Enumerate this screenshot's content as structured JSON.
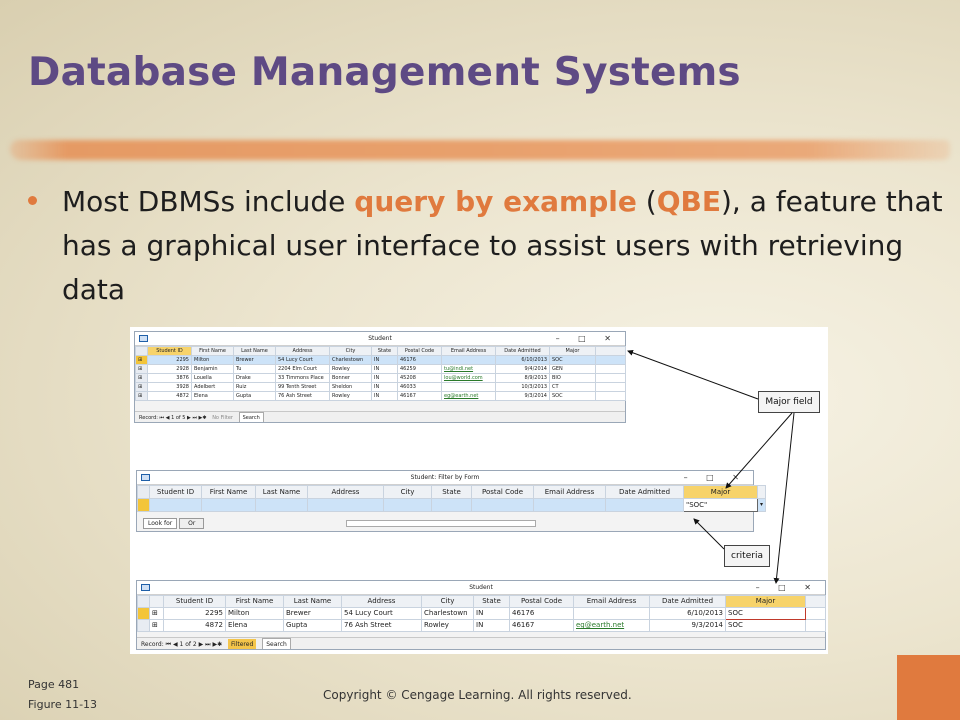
{
  "slide": {
    "title": "Database Management Systems",
    "bullet_pre": "Most DBMSs include ",
    "bullet_hl1": "query by example",
    "bullet_mid1": " (",
    "bullet_hl2": "QBE",
    "bullet_post": "), a feature that has a graphical user interface to assist users with retrieving data",
    "page_ref": "Page 481",
    "figure_ref": "Figure 11-13",
    "copyright": "Copyright © Cengage Learning. All rights reserved."
  },
  "colors": {
    "title": "#5e4a84",
    "accent": "#e07a3e",
    "selected_column": "#f7d36a",
    "link": "#2a7a2a"
  },
  "window_controls": "– □ ✕",
  "columns": [
    "Student ID",
    "First Name",
    "Last Name",
    "Address",
    "City",
    "State",
    "Postal Code",
    "Email Address",
    "Date Admitted",
    "Major"
  ],
  "window1": {
    "title": "Student",
    "rows": [
      [
        "2295",
        "Milton",
        "Brewer",
        "54 Lucy Court",
        "Charlestown",
        "IN",
        "46176",
        "",
        "6/10/2013",
        "SOC"
      ],
      [
        "2928",
        "Benjamin",
        "Tu",
        "2204 Elm Court",
        "Rowley",
        "IN",
        "46259",
        "tu@indi.net",
        "9/4/2014",
        "GEN"
      ],
      [
        "3876",
        "Louella",
        "Drake",
        "33 Timmons Place",
        "Bonner",
        "IN",
        "45208",
        "lou@world.com",
        "8/9/2013",
        "BIO"
      ],
      [
        "3928",
        "Adelbert",
        "Ruiz",
        "99 Tenth Street",
        "Sheldon",
        "IN",
        "46033",
        "",
        "10/3/2013",
        "CT"
      ],
      [
        "4872",
        "Elena",
        "Gupta",
        "76 Ash Street",
        "Rowley",
        "IN",
        "46167",
        "eg@earth.net",
        "9/3/2014",
        "SOC"
      ]
    ],
    "nav_record": "Record: ⏮ ◀ 1 of 5 ▶ ⏭ ▶✱",
    "nav_filter": "No Filter",
    "nav_search": "Search"
  },
  "window2": {
    "title": "Student: Filter by Form",
    "criteria_value": "\"SOC\"",
    "tabs": [
      "Look for",
      "Or"
    ]
  },
  "window3": {
    "title": "Student",
    "rows": [
      [
        "2295",
        "Milton",
        "Brewer",
        "54 Lucy Court",
        "Charlestown",
        "IN",
        "46176",
        "",
        "6/10/2013",
        "SOC"
      ],
      [
        "4872",
        "Elena",
        "Gupta",
        "76 Ash Street",
        "Rowley",
        "IN",
        "46167",
        "eg@earth.net",
        "9/3/2014",
        "SOC"
      ]
    ],
    "nav_record": "Record: ⏮ ◀ 1 of 2 ▶ ⏭ ▶✱",
    "nav_filter": "Filtered",
    "nav_search": "Search"
  },
  "callouts": {
    "major_field": "Major field",
    "criteria": "criteria"
  }
}
